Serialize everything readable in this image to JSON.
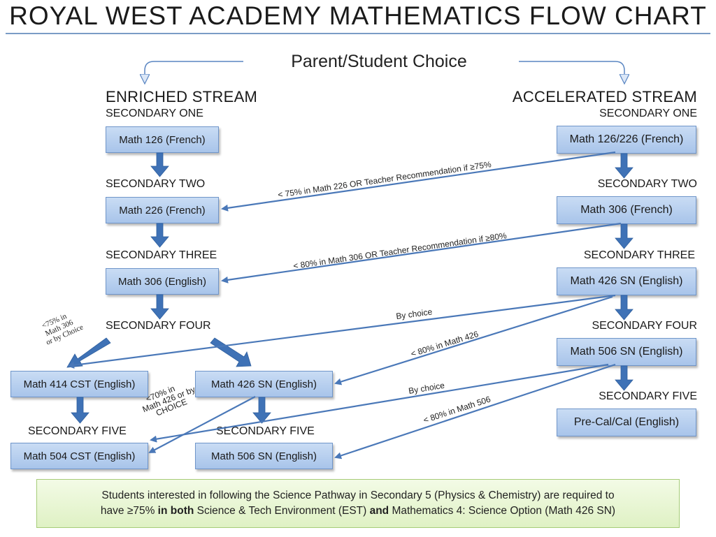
{
  "title": "ROYAL WEST ACADEMY MATHEMATICS FLOW CHART",
  "choice": "Parent/Student Choice",
  "enriched": {
    "heading": "ENRICHED STREAM",
    "sec1": "SECONDARY ONE",
    "sec2": "SECONDARY TWO",
    "sec3": "SECONDARY THREE",
    "sec4": "SECONDARY FOUR",
    "sec5_left": "SECONDARY FIVE",
    "sec5_mid": "SECONDARY FIVE",
    "math126": "Math 126 (French)",
    "math226": "Math 226 (French)",
    "math306": "Math 306 (English)",
    "math414": "Math 414 CST (English)",
    "math426": "Math 426 SN (English)",
    "math504": "Math 504 CST (English)",
    "math506": "Math 506 SN (English)"
  },
  "accelerated": {
    "heading": "ACCELERATED STREAM",
    "sec1": "SECONDARY ONE",
    "sec2": "SECONDARY TWO",
    "sec3": "SECONDARY THREE",
    "sec4": "SECONDARY FOUR",
    "sec5": "SECONDARY FIVE",
    "math126_226": "Math 126/226 (French)",
    "math306": "Math 306 (French)",
    "math426": "Math 426 SN (English)",
    "math506": "Math 506 SN (English)",
    "precal": "Pre-Cal/Cal (English)"
  },
  "labels": {
    "lt75_226": "< 75% in Math 226 OR Teacher Recommendation if ≥75%",
    "lt80_306": "< 80% in Math 306 OR Teacher Recommendation if ≥80%",
    "by_choice_1": "By choice",
    "lt80_426": "< 80% in Math 426",
    "by_choice_2": "By choice",
    "lt80_506": "< 80% in Math 506",
    "lt75_306_l1": "<75% in",
    "lt75_306_l2": "Math 306",
    "lt75_306_l3": "or by Choice",
    "lt70_426_l1": "<70% in",
    "lt70_426_l2": "Math 426 or by",
    "lt70_426_l3": "CHOICE"
  },
  "note": {
    "line1": "Students interested in following the Science Pathway in Secondary 5 (Physics & Chemistry) are required to",
    "line2_a": "have ≥75% ",
    "line2_b": "in both",
    "line2_c": " Science & Tech Environment (EST) ",
    "line2_d": "and",
    "line2_e": " Mathematics 4: Science Option (Math 426 SN)"
  },
  "colors": {
    "arrow": "#4a78b8",
    "box_fill": "#b7cfee",
    "note_fill": "#e6f4d2"
  }
}
